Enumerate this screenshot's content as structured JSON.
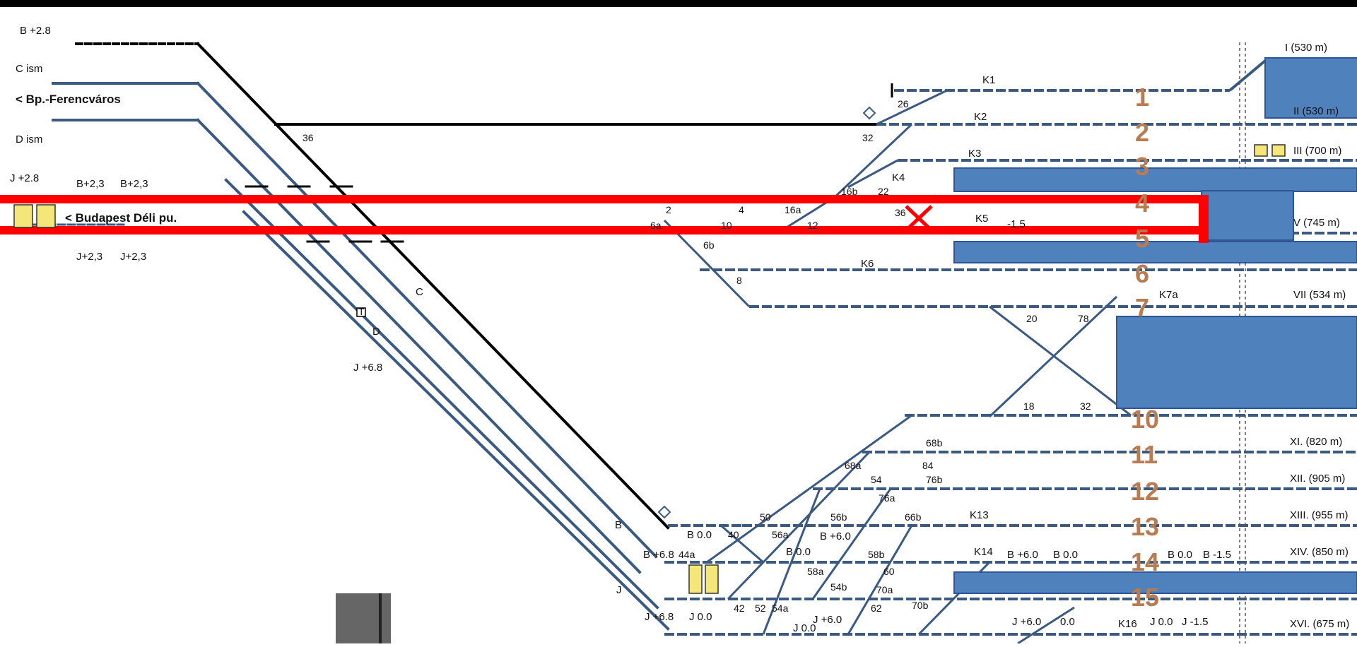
{
  "diagram": {
    "stations": {
      "left_main": "< Budapest Déli pu.",
      "left_ferencvaros": "< Bp.-Ferencváros"
    },
    "left_tracks": {
      "c_ism": "C ism",
      "d_ism": "D ism",
      "b_top": "B +2.8",
      "j_top": "J +2.8",
      "b_pair": "B+2,3",
      "b_pair2": "B+2,3",
      "j_pair": "J+2,3",
      "j_pair2": "J+2,3",
      "c": "C",
      "d": "D",
      "t_box": "T",
      "j_68": "J +6.8"
    },
    "platform_track_numbers": [
      "1",
      "2",
      "3",
      "4",
      "5",
      "6",
      "7",
      "10",
      "11",
      "12",
      "13",
      "14",
      "15"
    ],
    "right_track_labels": [
      "I (530 m)",
      "II (530 m)",
      "III (700 m)",
      "V (745 m)",
      "VII (534 m)",
      "XI. (820 m)",
      "XII. (905 m)",
      "XIII. (955 m)",
      "XIV. (850 m)",
      "XVI. (675 m)"
    ],
    "signals": [
      "K1",
      "K2",
      "K3",
      "K4",
      "K5",
      "K6",
      "K7a",
      "K13",
      "K14",
      "K16"
    ],
    "switches": {
      "s26": "26",
      "s32": "32",
      "s36": "36",
      "s16b": "16b",
      "s22": "22",
      "s36b": "36",
      "s2": "2",
      "s4": "4",
      "s16a": "16a",
      "s6a": "6a",
      "s10": "10",
      "s12": "12",
      "s6b": "6b",
      "s8": "8",
      "s20": "20",
      "s78": "78",
      "s18": "18",
      "s32b": "32",
      "s68b": "68b",
      "s68a": "68a",
      "s84": "84",
      "s54": "54",
      "s76b": "76b",
      "s76a": "76a",
      "s50": "50",
      "s56b": "56b",
      "s66b": "66b",
      "s40": "40",
      "s56a": "56a",
      "s44a": "44a",
      "s58b": "58b",
      "s58a": "58a",
      "s60": "60",
      "s54b": "54b",
      "s70a": "70a",
      "s70b": "70b",
      "s42": "42",
      "s52": "52",
      "s54a": "54a",
      "s62": "62"
    },
    "bottom_labels": {
      "b_left": "B",
      "j_left": "J",
      "b00": "B 0.0",
      "b68": "B +6.8",
      "b60": "B +6.0",
      "b00b": "B 0.0",
      "j68": "J +6.8",
      "j00": "J 0.0",
      "j00b": "J 0.0",
      "j60": "J +6.0",
      "b60b": "B +6.0",
      "b00c": "B 0.0",
      "b00d": "B 0.0",
      "bm15": "B -1.5",
      "j60b": "J +6.0",
      "j00c": "0.0",
      "j00d": "J 0.0",
      "jm15": "J -1.5",
      "minus15": "-1.5"
    },
    "colors": {
      "track": "#3a5a82",
      "highlight": "#ff0000",
      "platform": "#4f81bd",
      "brown_num": "#b87c52"
    }
  }
}
